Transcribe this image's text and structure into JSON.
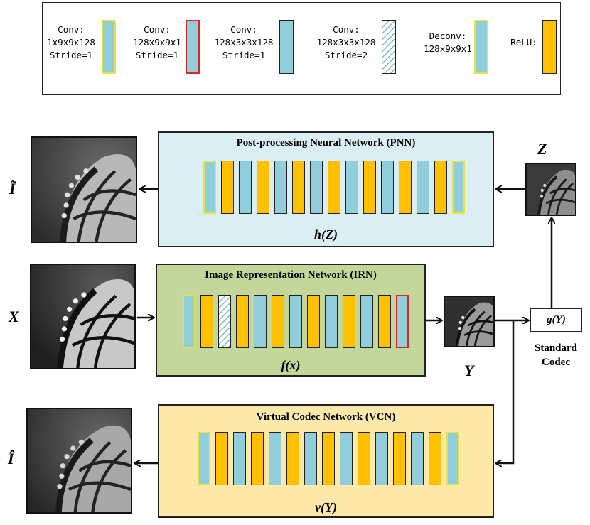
{
  "legend": {
    "items": [
      {
        "label": "Conv:\n1x9x9x128\nStride=1",
        "swatch": "conv-yellow-border"
      },
      {
        "label": "Conv:\n128x9x9x1\nStride=1",
        "swatch": "conv-red-border"
      },
      {
        "label": "Conv:\n128x3x3x128\nStride=1",
        "swatch": "conv-black-border"
      },
      {
        "label": "Conv:\n128x3x3x128\nStride=2",
        "swatch": "conv-hatched"
      },
      {
        "label": "Deconv:\n128x9x9x1",
        "swatch": "deconv-yellow-border"
      },
      {
        "label": "ReLU:",
        "swatch": "relu"
      }
    ]
  },
  "networks": {
    "pnn": {
      "title": "Post-processing Neural Network (PNN)",
      "func": "h(Z)",
      "blocks": [
        "conv-y",
        "relu",
        "conv-k",
        "relu",
        "conv-k",
        "relu",
        "conv-k",
        "relu",
        "conv-k",
        "relu",
        "conv-k",
        "relu",
        "conv-k",
        "relu",
        "deconv"
      ],
      "color": "#daeef3"
    },
    "irn": {
      "title": "Image Representation Network (IRN)",
      "func": "f(x)",
      "blocks": [
        "conv-y",
        "relu",
        "conv-h",
        "relu",
        "conv-k",
        "relu",
        "conv-k",
        "relu",
        "conv-k",
        "relu",
        "conv-k",
        "relu",
        "conv-r"
      ],
      "color": "#c4d79b"
    },
    "vcn": {
      "title": "Virtual  Codec Network (VCN)",
      "func": "v(Y)",
      "blocks": [
        "conv-y",
        "relu",
        "conv-k",
        "relu",
        "conv-k",
        "relu",
        "conv-k",
        "relu",
        "conv-k",
        "relu",
        "conv-k",
        "relu",
        "conv-k",
        "relu",
        "deconv"
      ],
      "color": "#fde9a9"
    }
  },
  "labels": {
    "i_tilde": "Ĩ",
    "x": "X",
    "i_hat": "Î",
    "y": "Y",
    "z": "Z"
  },
  "codec": {
    "box": "g(Y)",
    "caption": "Standard\nCodec"
  },
  "colors": {
    "conv": "#92cddc",
    "relu": "#ffc000",
    "yellow_border": "#e8e23c",
    "red_border": "#d8262a"
  }
}
